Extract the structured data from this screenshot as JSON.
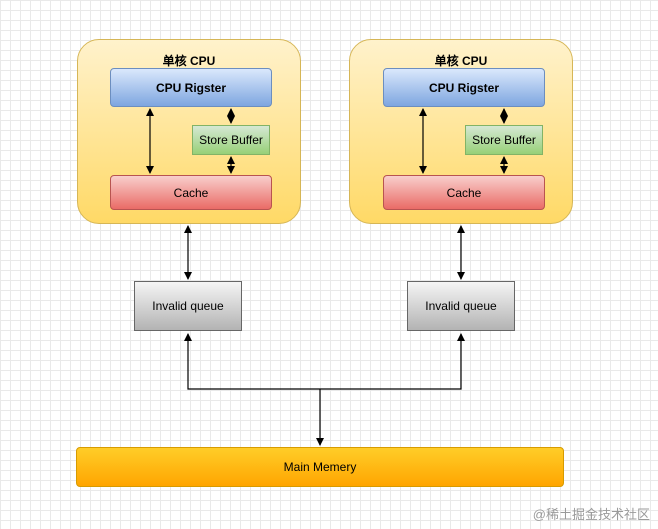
{
  "cores": [
    {
      "title": "单核 CPU",
      "register_label": "CPU Rigster",
      "store_buffer_label": "Store Buffer",
      "cache_label": "Cache",
      "queue_label": "Invalid queue"
    },
    {
      "title": "单核 CPU",
      "register_label": "CPU Rigster",
      "store_buffer_label": "Store Buffer",
      "cache_label": "Cache",
      "queue_label": "Invalid queue"
    }
  ],
  "memory_label": "Main Memery",
  "watermark": "@稀土掘金技术社区",
  "colors": {
    "core_fill": "#ffd966",
    "core_border": "#d6b656",
    "register_fill": "#7ea6e0",
    "store_buffer_fill": "#97d077",
    "cache_fill": "#ea6b66",
    "queue_fill": "#b3b3b3",
    "memory_fill": "#ffa500",
    "grid": "#e9e9e9"
  }
}
